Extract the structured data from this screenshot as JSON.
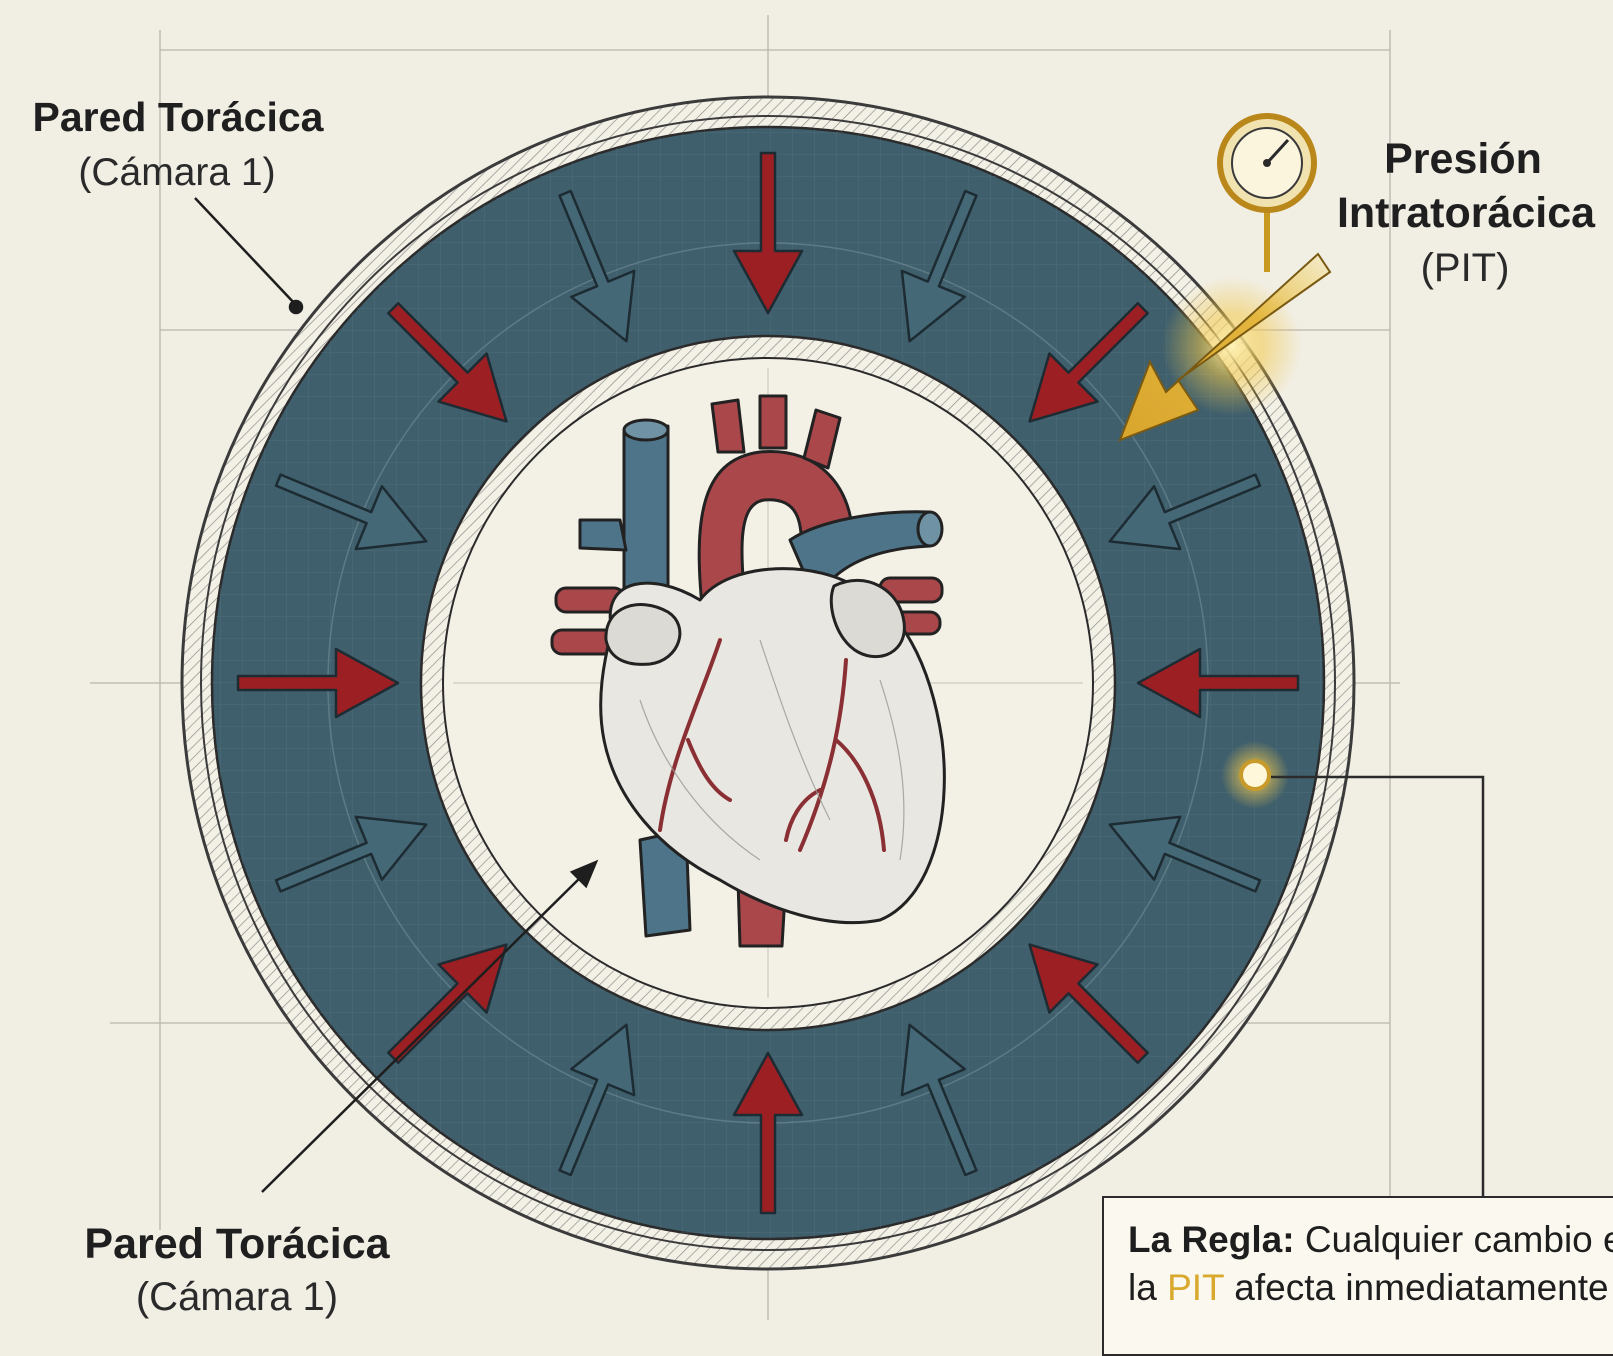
{
  "labels": {
    "wall_top": {
      "title": "Pared Torácica",
      "subtitle": "(Cámara 1)"
    },
    "wall_bottom": {
      "title": "Pared Torácica",
      "subtitle": "(Cámara 1)"
    },
    "pit": {
      "line1": "Presión",
      "line2": "Intratorácica",
      "line3": "(PIT)"
    }
  },
  "note": {
    "strong": "La Regla:",
    "text1": " Cualquier cambio en",
    "line2_pre": "la ",
    "pit": "PIT",
    "line2_post": " afecta inmediatamente a"
  },
  "colors": {
    "background": "#f1eee4",
    "chamber": "#3f5f6c",
    "arrow_red": "#9b1f23",
    "arrow_blue": "#456877",
    "pit_gold": "#e0b43a",
    "heart_red": "#a9474b",
    "heart_blue": "#4e7489"
  },
  "icons": [
    "pressure-gauge-icon",
    "heart-illustration",
    "target-marker-icon"
  ]
}
